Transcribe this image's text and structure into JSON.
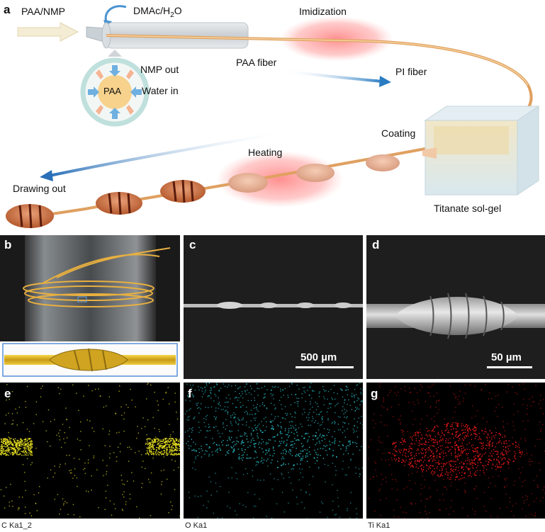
{
  "panel_a": {
    "letter": "a",
    "labels": {
      "paa_nmp": "PAA/NMP",
      "dmac": "DMAc/H",
      "dmac_sub": "2",
      "dmac_o": "O",
      "imidization": "Imidization",
      "nmp_out": "NMP out",
      "water_in": "Water in",
      "paa": "PAA",
      "paa_fiber": "PAA fiber",
      "pi_fiber": "PI fiber",
      "coating": "Coating",
      "heating": "Heating",
      "drawing_out": "Drawing out",
      "titanate": "Titanate sol-gel"
    }
  },
  "panel_b": {
    "letter": "b"
  },
  "panel_c": {
    "letter": "c",
    "scale_label": "500 µm"
  },
  "panel_d": {
    "letter": "d",
    "scale_label": "50 µm"
  },
  "panel_e": {
    "letter": "e",
    "caption": "C Ka1_2",
    "color": "#e8e020"
  },
  "panel_f": {
    "letter": "f",
    "caption": "O Ka1",
    "color": "#2ac8d2"
  },
  "panel_g": {
    "letter": "g",
    "caption": "Ti Ka1",
    "color": "#e81818"
  }
}
